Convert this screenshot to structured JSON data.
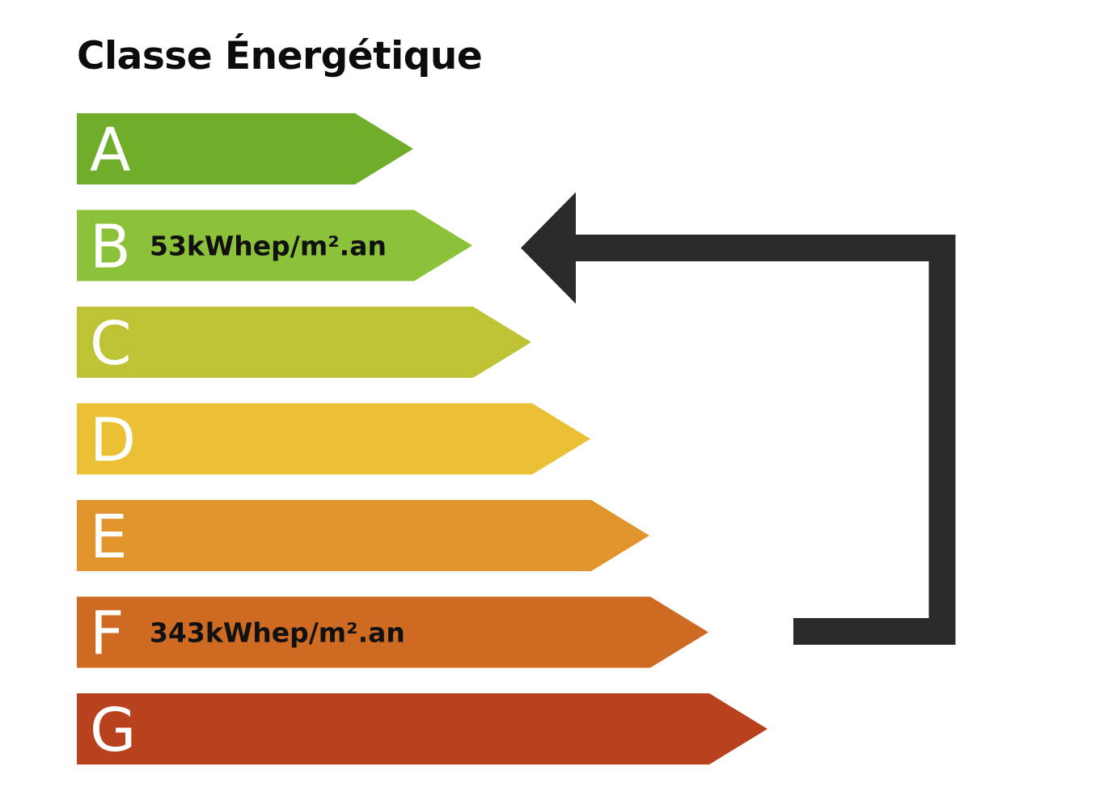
{
  "title": "Classe Énergétique",
  "classes": [
    {
      "letter": "A",
      "color": "#6fad2b",
      "value": ""
    },
    {
      "letter": "B",
      "color": "#8cc23a",
      "value": "53kWhep/m².an"
    },
    {
      "letter": "C",
      "color": "#bec336",
      "value": ""
    },
    {
      "letter": "D",
      "color": "#ecc035",
      "value": ""
    },
    {
      "letter": "E",
      "color": "#e1942c",
      "value": ""
    },
    {
      "letter": "F",
      "color": "#cf6a22",
      "value": "343kWhep/m².an"
    },
    {
      "letter": "G",
      "color": "#b8421e",
      "value": ""
    }
  ],
  "arrow": {
    "from_class": "F",
    "to_class": "B",
    "color": "#2a292b"
  }
}
